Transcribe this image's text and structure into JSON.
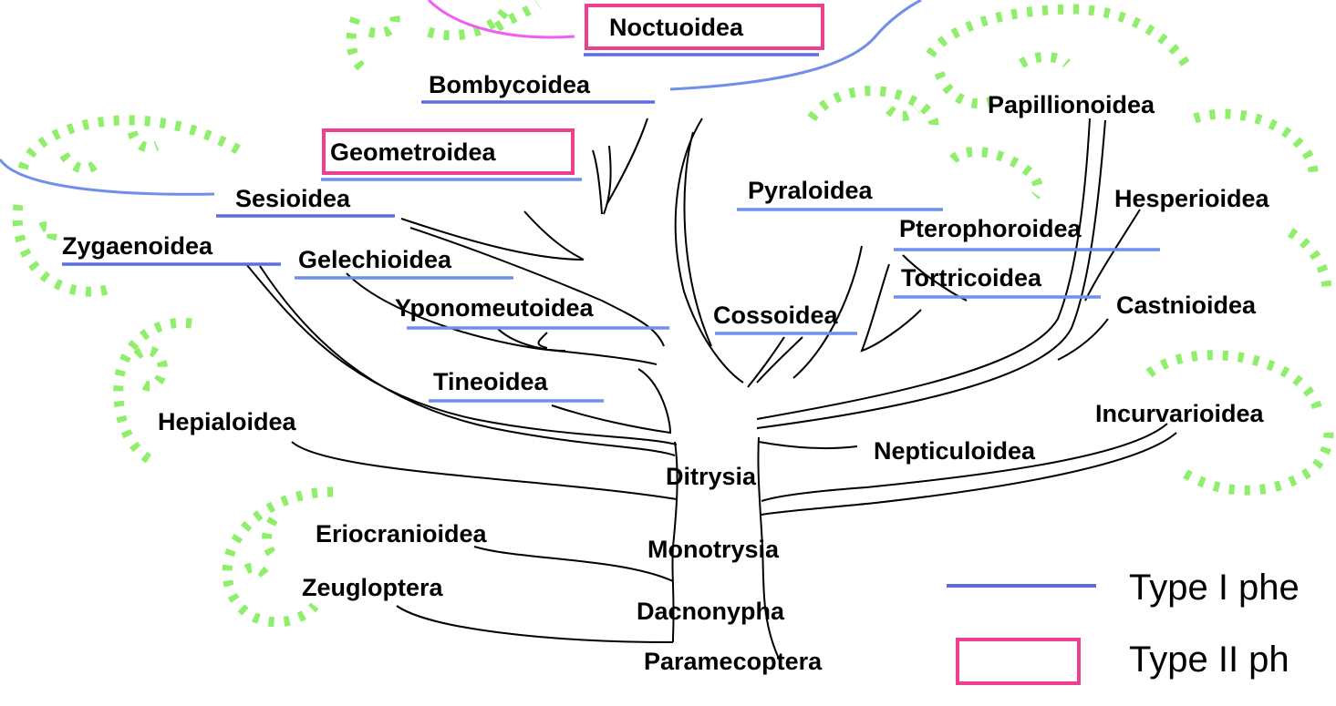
{
  "colors": {
    "type1_line": "#5b6de0",
    "type1_line_light": "#6f8fe8",
    "type2_box": "#ef3f8f",
    "pink_curve": "#f25cf0",
    "dots": "#8fef6a",
    "tree_stroke": "#000000"
  },
  "labels": {
    "noctuoidea": "Noctuoidea",
    "bombycoidea": "Bombycoidea",
    "papillionoidea": "Papillionoidea",
    "geometroidea": "Geometroidea",
    "sesioidea": "Sesioidea",
    "pyraloidea": "Pyraloidea",
    "hesperioidea": "Hesperioidea",
    "pterophoroidea": "Pterophoroidea",
    "zygaenoidea": "Zygaenoidea",
    "gelechioidea": "Gelechioidea",
    "tortricoidea": "Tortricoidea",
    "castnioidea": "Castnioidea",
    "yponomeutoidea": "Yponomeutoidea",
    "cossoidea": "Cossoidea",
    "tineoidea": "Tineoidea",
    "hepialoidea": "Hepialoidea",
    "incurvarioidea": "Incurvarioidea",
    "nepticuloidea": "Nepticuloidea",
    "ditrysia": "Ditrysia",
    "eriocranioidea": "Eriocranioidea",
    "monotrysia": "Monotrysia",
    "zeugloptera": "Zeugloptera",
    "dacnonypha": "Dacnonypha",
    "paramecoptera": "Paramecoptera"
  },
  "legend": {
    "type1": "Type I phe",
    "type2": "Type II ph"
  },
  "pheromone_types": {
    "type1_underlined": [
      "Noctuoidea",
      "Bombycoidea",
      "Geometroidea",
      "Sesioidea",
      "Zygaenoidea",
      "Gelechioidea",
      "Yponomeutoidea",
      "Tineoidea",
      "Pyraloidea",
      "Pterophoroidea",
      "Tortricoidea",
      "Cossoidea"
    ],
    "type2_boxed": [
      "Noctuoidea",
      "Geometroidea"
    ]
  }
}
